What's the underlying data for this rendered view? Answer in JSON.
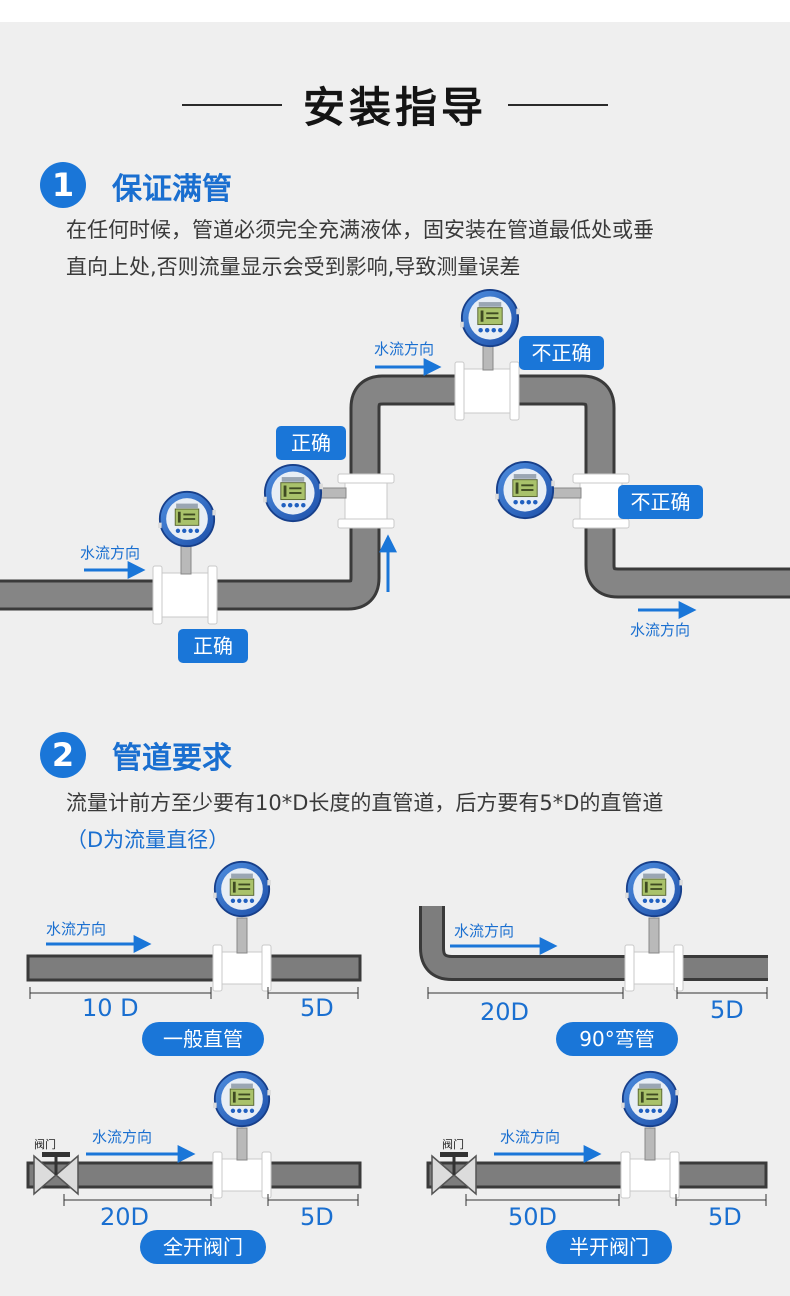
{
  "header": {
    "title": "安装指导"
  },
  "section1": {
    "number": "1",
    "title": "保证满管",
    "paragraph_line1": "在任何时候，管道必须完全充满液体，固安装在管道最低处或垂",
    "paragraph_line2": "直向上处,否则流量显示会受到影响,导致测量误差",
    "flow_label": "水流方向",
    "correct_label": "正确",
    "incorrect_label": "不正确"
  },
  "section2": {
    "number": "2",
    "title": "管道要求",
    "paragraph_line1": "流量计前方至少要有10*D长度的直管道，后方要有5*D的直管道",
    "paragraph_line2": "（D为流量直径）",
    "flow_label": "水流方向",
    "valve_label": "阀门",
    "diagrams": [
      {
        "upstream": "10 D",
        "downstream": "5D",
        "caption": "一般直管"
      },
      {
        "upstream": "20D",
        "downstream": "5D",
        "caption": "90°弯管"
      },
      {
        "upstream": "20D",
        "downstream": "5D",
        "caption": "全开阀门"
      },
      {
        "upstream": "50D",
        "downstream": "5D",
        "caption": "半开阀门"
      }
    ]
  },
  "colors": {
    "accent": "#1a76d8",
    "pipe": "#7d7d7d",
    "background": "#efefef"
  }
}
